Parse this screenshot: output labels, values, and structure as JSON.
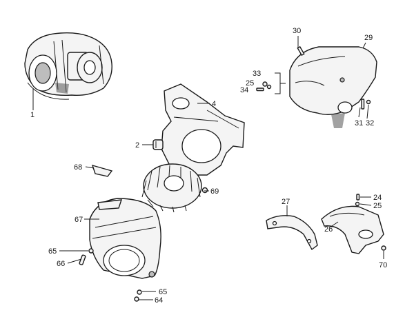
{
  "callouts": {
    "c1": "1",
    "c2": "2",
    "c4": "4",
    "c24": "24",
    "c25a": "25",
    "c25b": "25",
    "c26": "26",
    "c27": "27",
    "c29": "29",
    "c30": "30",
    "c31": "31",
    "c32": "32",
    "c33": "33",
    "c34": "34",
    "c64": "64",
    "c65a": "65",
    "c65b": "65",
    "c66": "66",
    "c67": "67",
    "c68": "68",
    "c69": "69",
    "c70": "70"
  }
}
